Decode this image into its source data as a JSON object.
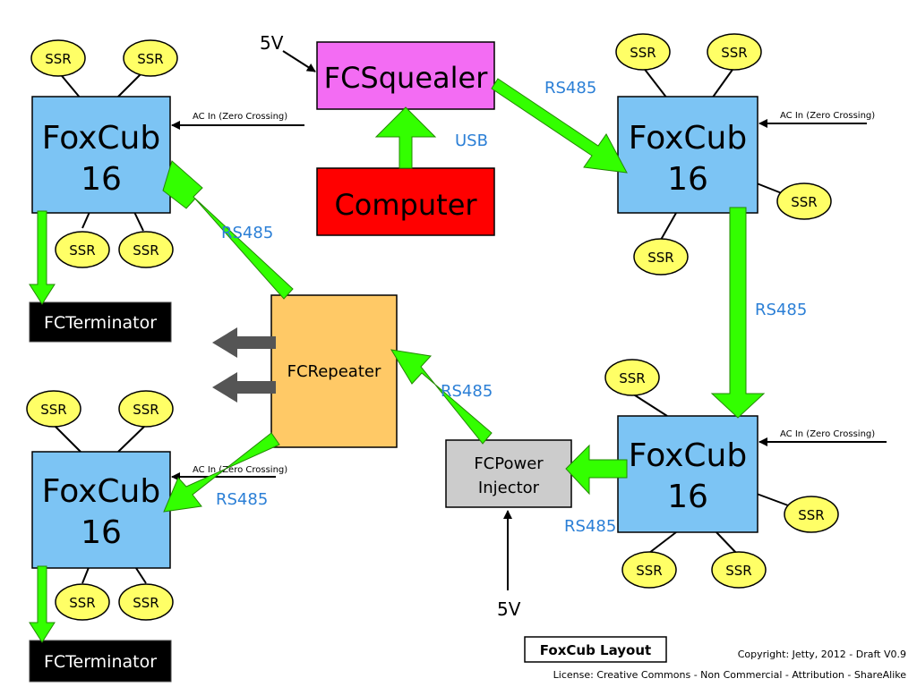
{
  "title": "FoxCub Layout",
  "copyright": "Copyright: Jetty, 2012 - Draft  V0.9",
  "license": "License: Creative Commons - Non Commercial - Attribution - ShareAlike",
  "colors": {
    "foxcub": "#7cc4f4",
    "squealer": "#f36cf3",
    "computer": "#ff0000",
    "repeater": "#ffc966",
    "injector": "#cccccc",
    "terminator": "#000000",
    "ssr": "#ffff66",
    "link_arrow": "#33ff00",
    "aux_arrow": "#555555",
    "link_label": "#2b7fd6"
  },
  "nodes": {
    "squealer": "FCSquealer",
    "computer": "Computer",
    "foxcub_tl": {
      "line1": "FoxCub",
      "line2": "16"
    },
    "foxcub_bl": {
      "line1": "FoxCub",
      "line2": "16"
    },
    "foxcub_tr": {
      "line1": "FoxCub",
      "line2": "16"
    },
    "foxcub_br": {
      "line1": "FoxCub",
      "line2": "16"
    },
    "repeater": "FCRepeater",
    "injector": {
      "line1": "FCPower",
      "line2": "Injector"
    },
    "terminator_top": "FCTerminator",
    "terminator_bottom": "FCTerminator"
  },
  "ssr_label": "SSR",
  "ac_in": "AC In (Zero Crossing)",
  "power_5v": "5V",
  "links": {
    "usb": "USB",
    "rs485": "RS485"
  }
}
